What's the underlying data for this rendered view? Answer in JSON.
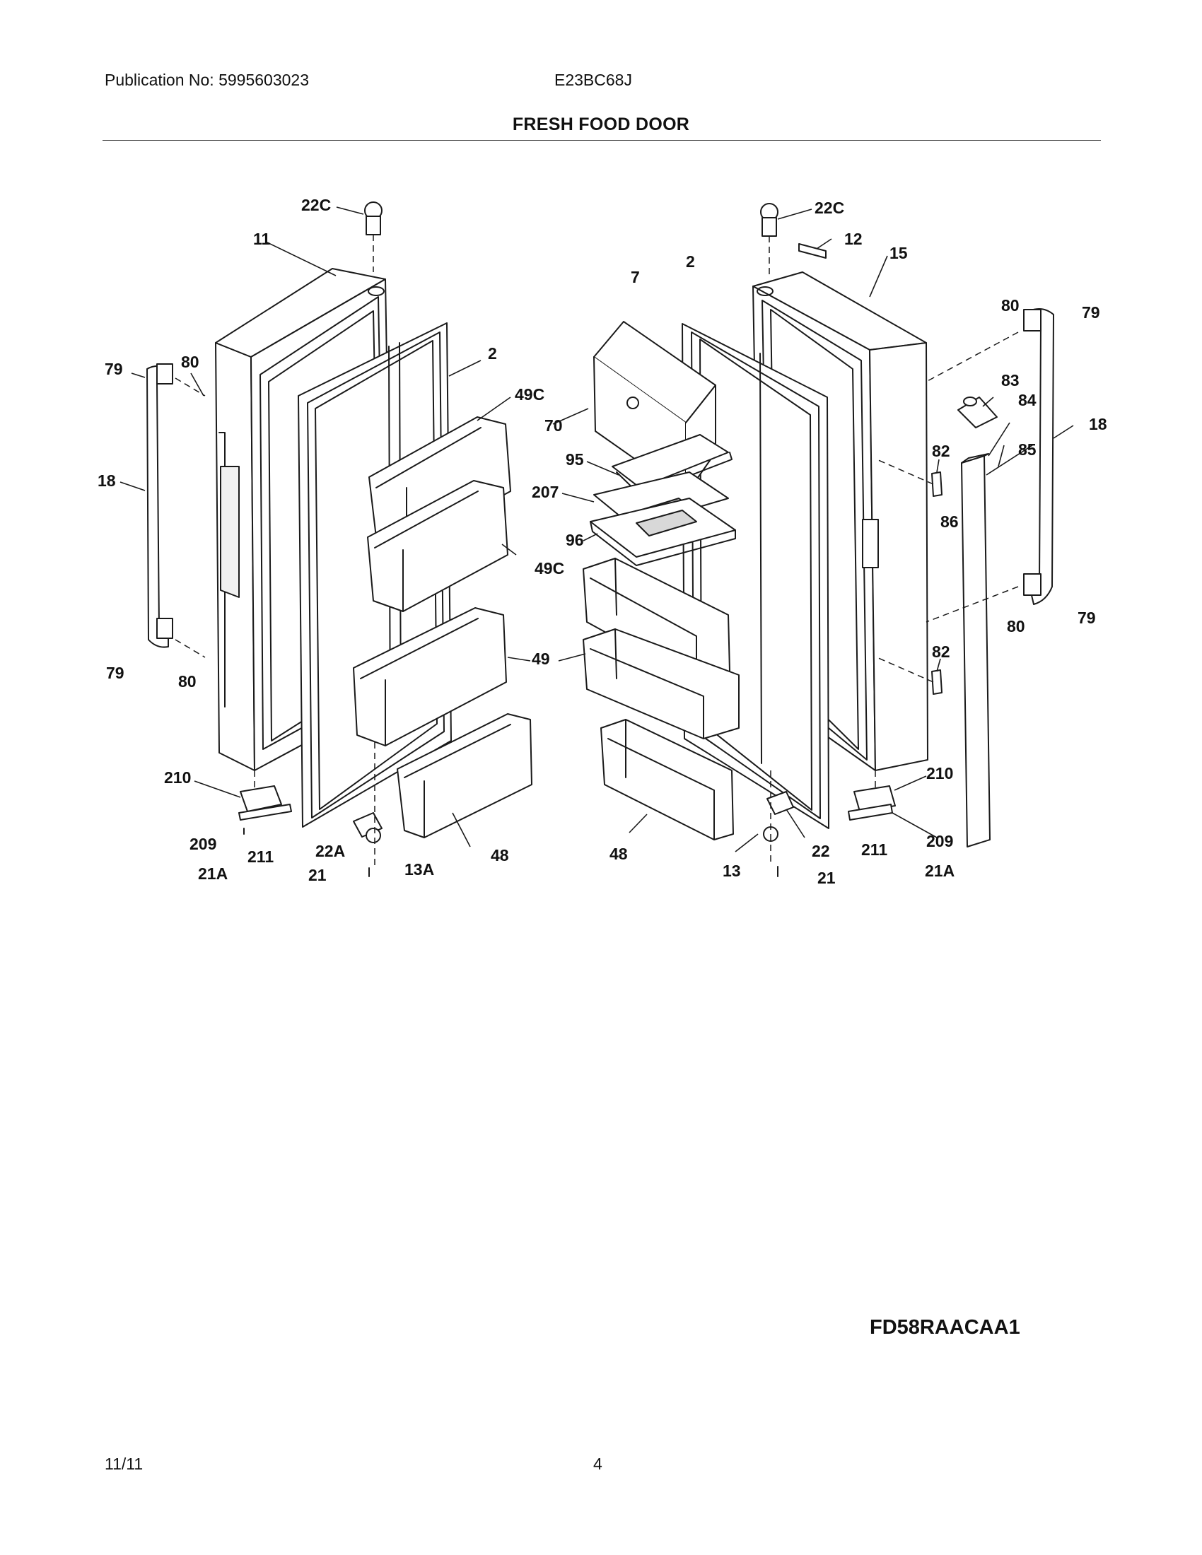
{
  "header": {
    "publication": "Publication No: 5995603023",
    "model": "E23BC68J",
    "title": "FRESH FOOD DOOR"
  },
  "diagram": {
    "labels": [
      "22C",
      "11",
      "2",
      "49C",
      "79",
      "80",
      "18",
      "70",
      "95",
      "207",
      "96",
      "49",
      "210",
      "209",
      "211",
      "21A",
      "22A",
      "21",
      "13A",
      "48",
      "7",
      "12",
      "15",
      "83",
      "84",
      "85",
      "82",
      "86",
      "13",
      "22"
    ]
  },
  "footer": {
    "diagram_code": "FD58RAACAA1",
    "date": "11/11",
    "page": "4"
  }
}
